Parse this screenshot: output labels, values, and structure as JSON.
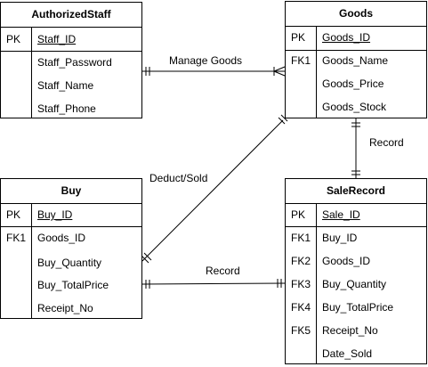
{
  "entities": {
    "authorized_staff": {
      "title": "AuthorizedStaff",
      "pk": {
        "key": "PK",
        "attr": "Staff_ID"
      },
      "rows": [
        {
          "key": "",
          "attr": "Staff_Password"
        },
        {
          "key": "",
          "attr": "Staff_Name"
        },
        {
          "key": "",
          "attr": "Staff_Phone"
        }
      ]
    },
    "goods": {
      "title": "Goods",
      "pk": {
        "key": "PK",
        "attr": "Goods_ID"
      },
      "rows": [
        {
          "key": "FK1",
          "attr": "Goods_Name"
        },
        {
          "key": "",
          "attr": "Goods_Price"
        },
        {
          "key": "",
          "attr": "Goods_Stock"
        }
      ]
    },
    "buy": {
      "title": "Buy",
      "pk": {
        "key": "PK",
        "attr": "Buy_ID"
      },
      "rows": [
        {
          "key": "FK1",
          "attr": "Goods_ID"
        },
        {
          "key": "",
          "attr": "Buy_Quantity"
        },
        {
          "key": "",
          "attr": "Buy_TotalPrice"
        },
        {
          "key": "",
          "attr": "Receipt_No"
        }
      ]
    },
    "sale_record": {
      "title": "SaleRecord",
      "pk": {
        "key": "PK",
        "attr": "Sale_ID"
      },
      "rows": [
        {
          "key": "FK1",
          "attr": "Buy_ID"
        },
        {
          "key": "FK2",
          "attr": "Goods_ID"
        },
        {
          "key": "FK3",
          "attr": "Buy_Quantity"
        },
        {
          "key": "FK4",
          "attr": "Buy_TotalPrice"
        },
        {
          "key": "FK5",
          "attr": "Receipt_No"
        },
        {
          "key": "",
          "attr": "Date_Sold"
        }
      ]
    }
  },
  "relationships": {
    "manage_goods": {
      "label": "Manage Goods",
      "from": "AuthorizedStaff",
      "to": "Goods"
    },
    "record_goods_sale": {
      "label": "Record",
      "from": "Goods",
      "to": "SaleRecord"
    },
    "deduct_sold": {
      "label": "Deduct/Sold",
      "from": "Goods",
      "to": "Buy"
    },
    "record_buy_sale": {
      "label": "Record",
      "from": "Buy",
      "to": "SaleRecord"
    }
  },
  "colors": {
    "line": "#000000",
    "background": "#ffffff"
  }
}
